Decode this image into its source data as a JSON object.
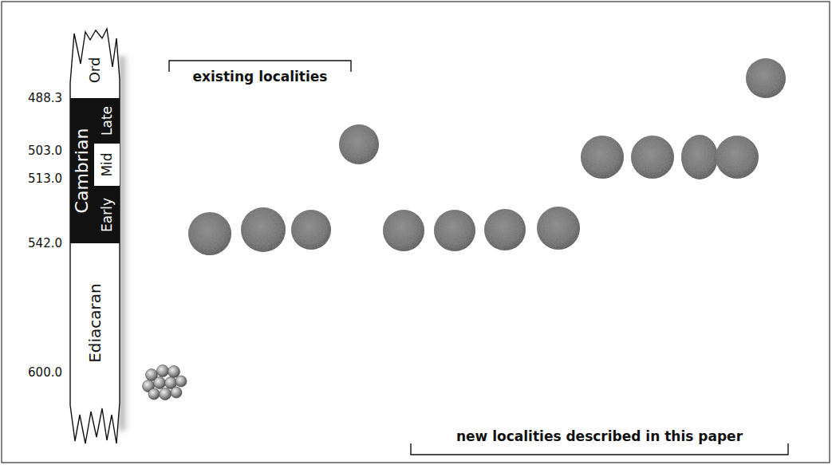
{
  "diagram": {
    "nodes": [
      {
        "text": [
          "Ord"
        ]
      },
      {
        "text": [
          "Cambrian"
        ]
      },
      {
        "text": [
          "Late"
        ],
        "in": 1
      },
      {
        "text": [
          "Mid"
        ],
        "in": 1
      },
      {
        "text": [
          "Early"
        ],
        "in": 1
      },
      {
        "text": [
          "Ediacaran"
        ]
      }
    ],
    "labels": [
      "488.3",
      "503.0",
      "513.0",
      "542.0",
      "600.0",
      "existing localities",
      "new localities described in this paper"
    ]
  }
}
